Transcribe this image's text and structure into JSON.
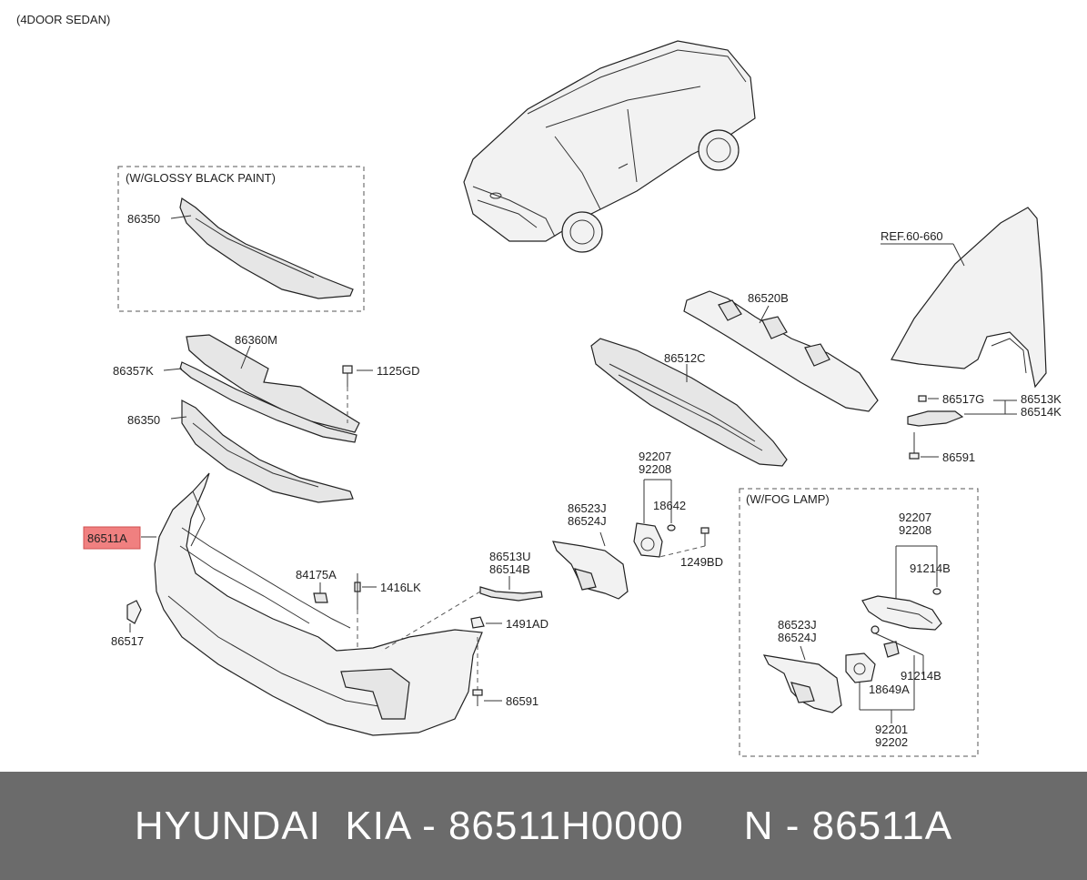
{
  "header": {
    "variant": "(4DOOR SEDAN)"
  },
  "boxes": {
    "glossy": "(W/GLOSSY BLACK PAINT)",
    "fog": "(W/FOG LAMP)"
  },
  "ref": "REF.60-660",
  "labels": {
    "p86350_top": "86350",
    "p86360M": "86360M",
    "p86357K": "86357K",
    "p1125GD": "1125GD",
    "p86350_mid": "86350",
    "p86511A": "86511A",
    "p86517": "86517",
    "p84175A": "84175A",
    "p1416LK": "1416LK",
    "p86513U": "86513U",
    "p86514B": "86514B",
    "p1491AD": "1491AD",
    "p86591_bottom": "86591",
    "p86523J": "86523J",
    "p86524J": "86524J",
    "p92207": "92207",
    "p92208": "92208",
    "p18642": "18642",
    "p1249BD": "1249BD",
    "p86512C": "86512C",
    "p86520B": "86520B",
    "p86517G": "86517G",
    "p86513K": "86513K",
    "p86514K": "86514K",
    "p86591_right": "86591",
    "fog_92207": "92207",
    "fog_92208": "92208",
    "fog_91214B_top": "91214B",
    "fog_86523J": "86523J",
    "fog_86524J": "86524J",
    "fog_91214B_bottom": "91214B",
    "fog_18649A": "18649A",
    "fog_92201": "92201",
    "fog_92202": "92202"
  },
  "footer": {
    "text": "HYUNDAI  KIA - 86511H0000     N - 86511A"
  },
  "colors": {
    "highlight": "#f08080",
    "footer_bg": "#6b6b6b"
  }
}
